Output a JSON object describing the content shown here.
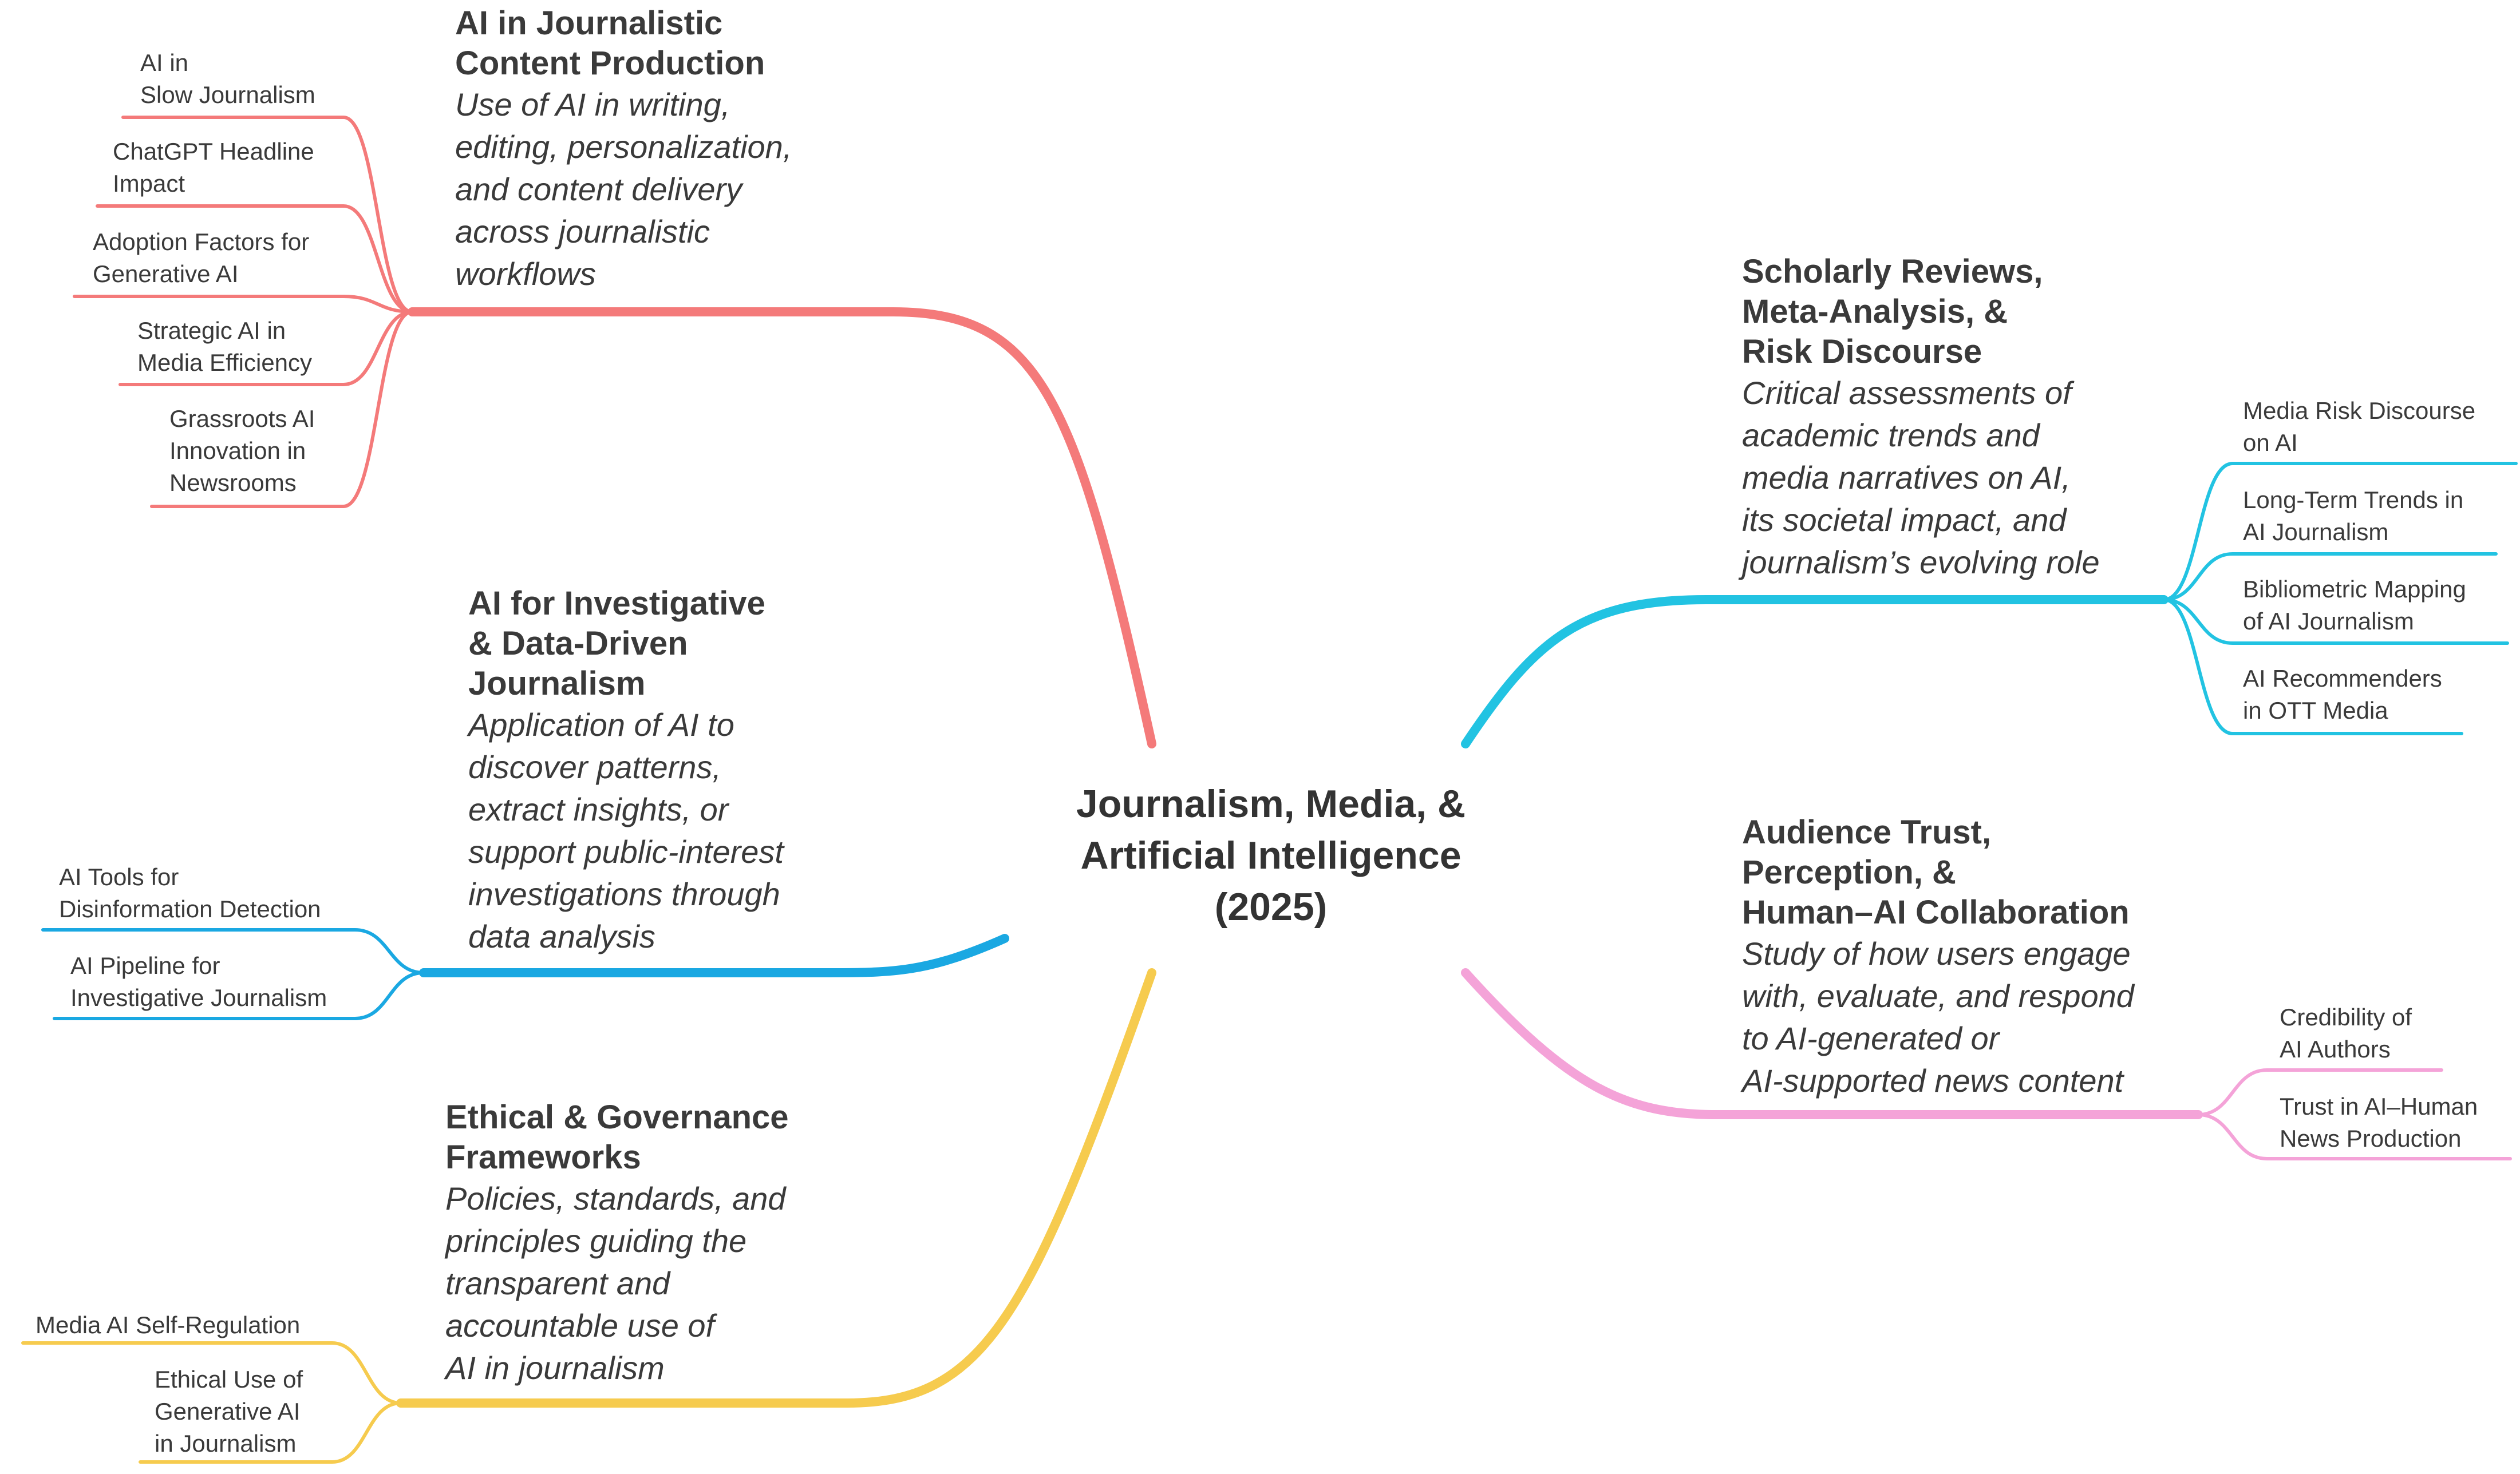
{
  "center": {
    "lines": [
      "Journalism, Media, &",
      "Artificial Intelligence",
      "(2025)"
    ]
  },
  "colors": {
    "red": "#F47A7A",
    "cyan": "#22C3E2",
    "blue": "#1AA8E2",
    "pink": "#F4A3D8",
    "yellow": "#F6CB4E"
  },
  "branches": {
    "content_production": {
      "title_lines": [
        "AI in Journalistic",
        "Content Production"
      ],
      "desc_lines": [
        "Use of AI in writing,",
        "editing, personalization,",
        "and content delivery",
        "across journalistic",
        "workflows"
      ],
      "leaves": [
        [
          "AI in",
          "Slow Journalism"
        ],
        [
          "ChatGPT Headline",
          "Impact"
        ],
        [
          "Adoption Factors for",
          "Generative AI"
        ],
        [
          "Strategic AI in",
          "Media Efficiency"
        ],
        [
          "Grassroots AI",
          "Innovation in",
          "Newsrooms"
        ]
      ]
    },
    "investigative": {
      "title_lines": [
        "AI for Investigative",
        "& Data-Driven",
        "Journalism"
      ],
      "desc_lines": [
        "Application of AI to",
        "discover patterns,",
        "extract insights, or",
        "support public-interest",
        "investigations through",
        "data analysis"
      ],
      "leaves": [
        [
          "AI Tools for",
          "Disinformation Detection"
        ],
        [
          "AI Pipeline for",
          "Investigative Journalism"
        ]
      ]
    },
    "ethics": {
      "title_lines": [
        "Ethical & Governance",
        "Frameworks"
      ],
      "desc_lines": [
        "Policies, standards, and",
        "principles guiding the",
        "transparent and",
        "accountable use of",
        "AI in journalism"
      ],
      "leaves": [
        [
          "Media AI Self-Regulation"
        ],
        [
          "Ethical Use of",
          "Generative AI",
          "in Journalism"
        ]
      ]
    },
    "scholarly": {
      "title_lines": [
        "Scholarly Reviews,",
        "Meta-Analysis, &",
        "Risk Discourse"
      ],
      "desc_lines": [
        "Critical assessments of",
        "academic trends and",
        "media narratives on AI,",
        "its societal impact, and",
        "journalism’s evolving role"
      ],
      "leaves": [
        [
          "Media Risk Discourse",
          "on AI"
        ],
        [
          "Long-Term Trends in",
          "AI Journalism"
        ],
        [
          "Bibliometric Mapping",
          "of AI Journalism"
        ],
        [
          "AI Recommenders",
          "in OTT Media"
        ]
      ]
    },
    "audience": {
      "title_lines": [
        "Audience Trust,",
        "Perception, &",
        "Human–AI Collaboration"
      ],
      "desc_lines": [
        "Study of how users engage",
        "with, evaluate, and respond",
        "to AI-generated or",
        "AI-supported news content"
      ],
      "leaves": [
        [
          "Credibility of",
          "AI Authors"
        ],
        [
          "Trust in AI–Human",
          "News Production"
        ]
      ]
    }
  }
}
